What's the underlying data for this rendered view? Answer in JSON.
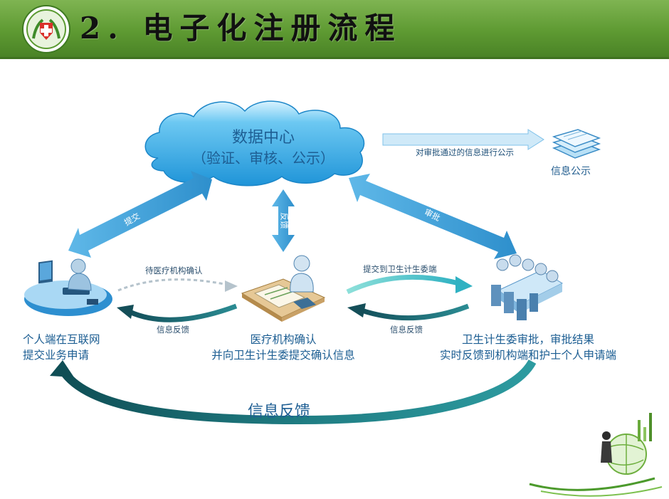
{
  "header": {
    "title": "2. 电子化注册流程"
  },
  "cloud": {
    "title": "数据中心",
    "subtitle": "（验证、审核、公示）"
  },
  "publish": {
    "arrow_label": "对审批通过的信息进行公示",
    "label": "信息公示"
  },
  "arrows": {
    "submit": "提交",
    "feedback_vertical": "反馈",
    "approve": "审批"
  },
  "nodes": {
    "individual": {
      "line1": "个人端在互联网",
      "line2": "提交业务申请"
    },
    "medical": {
      "line1": "医疗机构确认",
      "line2": "并向卫生计生委提交确认信息"
    },
    "commission": {
      "line1": "卫生计生委审批，审批结果",
      "line2": "实时反馈到机构端和护士个人申请端"
    }
  },
  "loops": {
    "pending_confirm": "待医疗机构确认",
    "feedback_left": "信息反馈",
    "submit_commission": "提交到卫生计生委端",
    "feedback_right": "信息反馈"
  },
  "bottom_feedback": "信息反馈",
  "colors": {
    "header_green": "#5e9a32",
    "arrow_blue": "#3f9fd6",
    "cloud_blue": "#2aa6e6",
    "loop_teal": "#1f6f7a",
    "text_blue": "#1b5d92"
  }
}
